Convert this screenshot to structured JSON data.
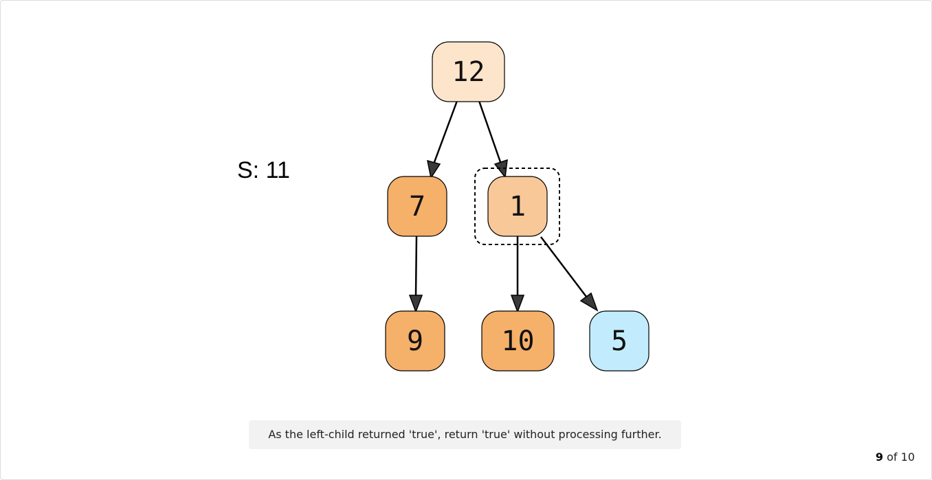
{
  "variable": {
    "label": "S: 11"
  },
  "tree": {
    "nodes": {
      "n12": {
        "value": "12",
        "fill": "#fde5cc"
      },
      "n7": {
        "value": "7",
        "fill": "#f5b06a"
      },
      "n1": {
        "value": "1",
        "fill": "#f8c899"
      },
      "n9": {
        "value": "9",
        "fill": "#f5b06a"
      },
      "n10": {
        "value": "10",
        "fill": "#f5b06a"
      },
      "n5": {
        "value": "5",
        "fill": "#c2ecfd"
      }
    },
    "edges": [
      {
        "from": "12",
        "to": "7"
      },
      {
        "from": "12",
        "to": "1"
      },
      {
        "from": "7",
        "to": "9"
      },
      {
        "from": "1",
        "to": "10"
      },
      {
        "from": "1",
        "to": "5"
      }
    ],
    "highlighted": "1"
  },
  "caption": "As the left-child returned 'true', return 'true' without processing further.",
  "pagination": {
    "current": "9",
    "separator": "of",
    "total": "10"
  },
  "colors": {
    "stroke": "#000000",
    "arrow": "#3a3a3a"
  }
}
